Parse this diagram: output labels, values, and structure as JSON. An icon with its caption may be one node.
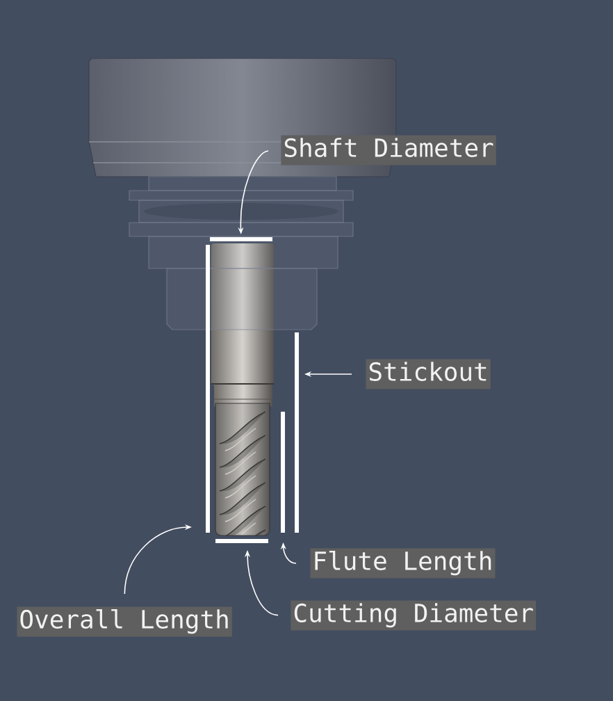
{
  "diagram": {
    "nodes": [
      {
        "text": [
          "Shaft Diameter"
        ]
      },
      {
        "text": [],
        "shape": "bar"
      },
      {
        "text": [],
        "shape": "bar"
      },
      {
        "text": [],
        "shape": "bar"
      },
      {
        "text": [
          "Stickout"
        ]
      },
      {
        "text": [],
        "shape": "bar"
      },
      {
        "text": [],
        "shape": "bar"
      },
      {
        "text": [
          "Flute Length"
        ]
      },
      {
        "text": [
          "Cutting Diameter"
        ]
      },
      {
        "text": [
          "Overall Length"
        ]
      }
    ],
    "edges": [
      {
        "from": 0,
        "to": 1,
        "arrow": "to"
      },
      {
        "from": 4,
        "to": 3,
        "arrow": "to"
      },
      {
        "from": 7,
        "to": 5,
        "arrow": "to"
      },
      {
        "from": 8,
        "to": 6,
        "arrow": "to"
      },
      {
        "from": 9,
        "to": 2,
        "arrow": "to"
      }
    ]
  }
}
